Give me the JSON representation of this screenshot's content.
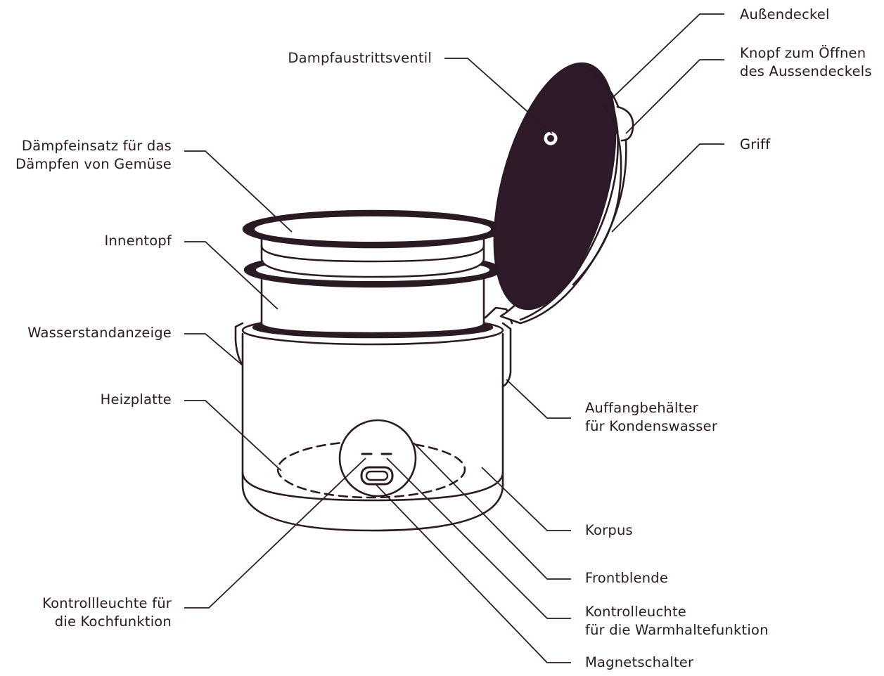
{
  "colors": {
    "ink": "#2a1a24",
    "lid_fill": "#2e1a28",
    "background": "#ffffff"
  },
  "labels": {
    "aussendeckel": "Außendeckel",
    "knopf_line1": "Knopf zum Öffnen",
    "knopf_line2": "des Aussendeckels",
    "griff": "Griff",
    "dampfventil": "Dampfaustrittsventil",
    "daempfeinsatz_line1": "Dämpfeinsatz für das",
    "daempfeinsatz_line2": "Dämpfen von Gemüse",
    "innentopf": "Innentopf",
    "wasserstand": "Wasserstandanzeige",
    "heizplatte": "Heizplatte",
    "auffang_line1": "Auffangbehälter",
    "auffang_line2": "für Kondenswasser",
    "korpus": "Korpus",
    "frontblende": "Frontblende",
    "kontroll_koch_line1": "Kontrollleuchte für",
    "kontroll_koch_line2": "die Kochfunktion",
    "kontroll_warm_line1": "Kontrolleuchte",
    "kontroll_warm_line2": "für die Warmhaltefunktion",
    "magnetschalter": "Magnetschalter"
  }
}
